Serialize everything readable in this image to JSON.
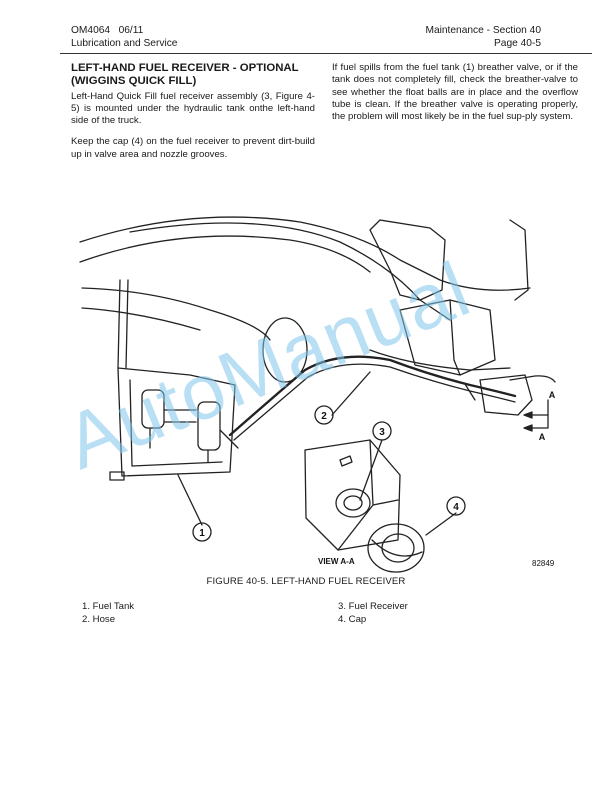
{
  "header": {
    "doc_id": "OM4064   06/11",
    "chapter": "Lubrication and Service",
    "section": "Maintenance - Section 40",
    "page": "Page 40-5"
  },
  "left_column": {
    "title_line1": "LEFT-HAND FUEL RECEIVER - OPTIONAL",
    "title_line2": "(WIGGINS QUICK FILL)",
    "para1": "Left-Hand Quick Fill fuel receiver assembly (3, Figure 4-5) is mounted under the hydraulic tank onthe left-hand side of the truck.",
    "para2": "Keep the cap (4) on the fuel receiver to prevent dirt-build up in valve area and nozzle grooves."
  },
  "right_column": {
    "para1": "If fuel spills from the fuel tank (1) breather valve, or if the tank does not completely fill, check the breather-valve to see whether the float balls are in place and the overflow tube is clean. If the breather valve is operating properly, the problem will most likely be in the fuel sup-ply system."
  },
  "figure": {
    "callout_1": "1",
    "callout_2": "2",
    "callout_3": "3",
    "callout_4": "4",
    "section_mark": "A",
    "view_label": "VIEW A-A",
    "drawing_number": "82849",
    "caption": "FIGURE 40-5. LEFT-HAND FUEL RECEIVER"
  },
  "legend": {
    "item1": "1. Fuel Tank",
    "item2": "2. Hose",
    "item3": "3. Fuel Receiver",
    "item4": "4. Cap"
  },
  "watermark": "AutoManual",
  "colors": {
    "watermark": "#7ec4ea",
    "text": "#1a1a1a",
    "line_art": "#222222"
  }
}
